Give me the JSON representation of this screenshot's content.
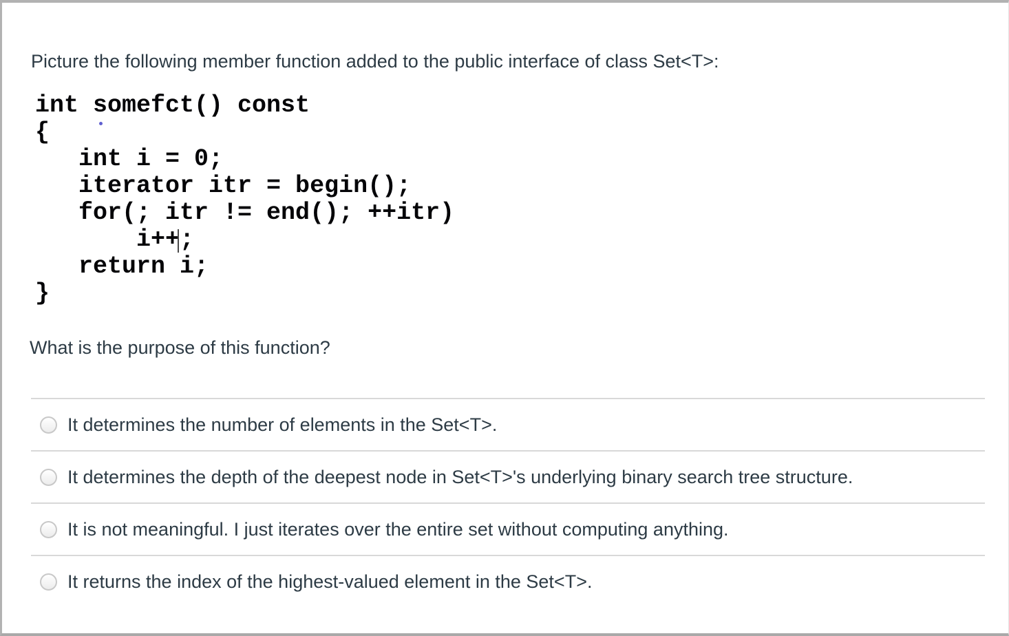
{
  "panel": {
    "prompt": "Picture the following member function added to the public interface of class Set<T>:",
    "code_lines": [
      "int somefct() const",
      "{",
      "   int i = 0;",
      "   iterator itr = begin();",
      "   for(; itr != end(); ++itr)",
      "       i++;",
      "   return i;",
      "}"
    ],
    "sub_prompt": "What is the purpose of this function?"
  },
  "options": [
    {
      "label": "It determines the number of elements in the Set<T>.",
      "selected": false
    },
    {
      "label": "It determines the depth of the deepest node in Set<T>'s underlying binary search tree structure.",
      "selected": false
    },
    {
      "label": "It is not meaningful. I just iterates over the entire set without computing anything.",
      "selected": false
    },
    {
      "label": "It returns the index of the highest-valued element in the Set<T>.",
      "selected": false
    }
  ],
  "colors": {
    "body_text": "#2d3b45",
    "code_text": "#050508",
    "divider": "#d8d8d8",
    "radio_border": "#c8c8c8",
    "frame_border": "#b2b2b2",
    "stray_dot": "#5f5fd0"
  }
}
